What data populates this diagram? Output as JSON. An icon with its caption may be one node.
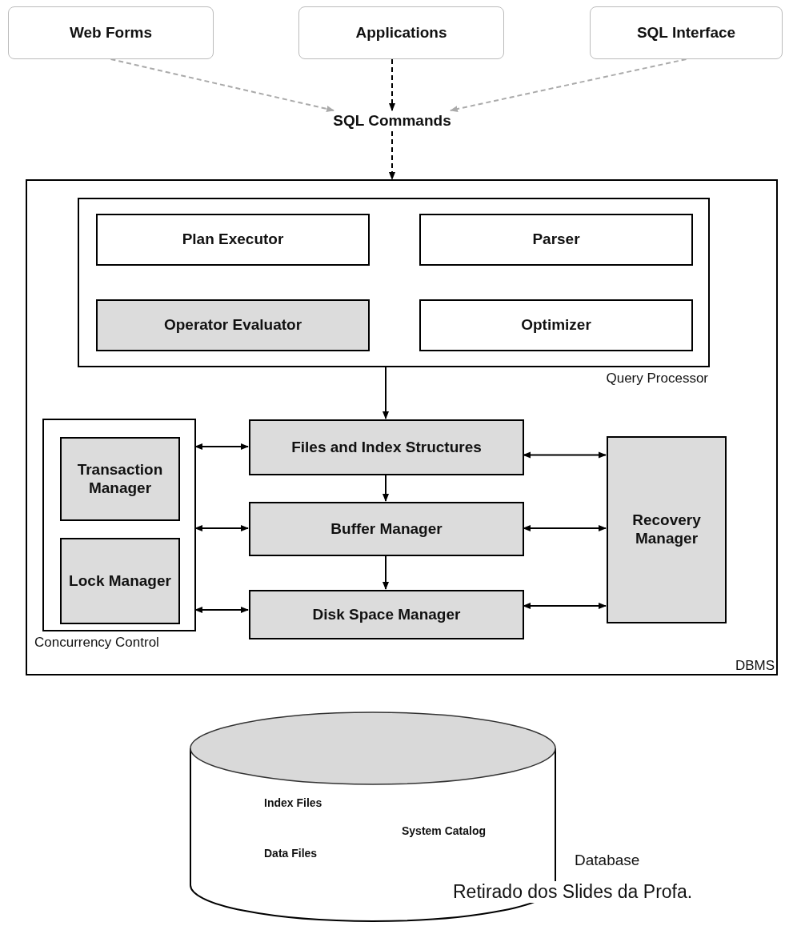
{
  "diagram": {
    "nodes": [
      {
        "text": [
          "Web Forms"
        ]
      },
      {
        "text": [
          "Applications"
        ]
      },
      {
        "text": [
          "SQL Interface"
        ]
      },
      {
        "text": [
          "SQL Commands"
        ]
      },
      {
        "text": [
          "DBMS"
        ]
      },
      {
        "text": [
          "Query Processor"
        ],
        "in": 4
      },
      {
        "text": [
          "Plan Executor"
        ],
        "in": 5
      },
      {
        "text": [
          "Parser"
        ],
        "in": 5
      },
      {
        "text": [
          "Operator Evaluator"
        ],
        "in": 5
      },
      {
        "text": [
          "Optimizer"
        ],
        "in": 5
      },
      {
        "text": [
          "Concurrency Control"
        ],
        "in": 4
      },
      {
        "text": [
          "Transaction Manager"
        ],
        "in": 10
      },
      {
        "text": [
          "Lock Manager"
        ],
        "in": 10
      },
      {
        "text": [
          "Files and Index Structures"
        ],
        "in": 4
      },
      {
        "text": [
          "Buffer Manager"
        ],
        "in": 4
      },
      {
        "text": [
          "Disk Space Manager"
        ],
        "in": 4
      },
      {
        "text": [
          "Recovery Manager"
        ],
        "in": 4
      },
      {
        "text": [
          "Index Files",
          "Data Files",
          "System Catalog"
        ],
        "beside": [
          "Database"
        ]
      }
    ],
    "edges": [
      {
        "from": 0,
        "to": 3,
        "arrow": "to",
        "style": "dashed",
        "color": "#aaaaaa"
      },
      {
        "from": 1,
        "to": 3,
        "arrow": "to",
        "style": "dashed"
      },
      {
        "from": 2,
        "to": 3,
        "arrow": "to",
        "style": "dashed",
        "color": "#aaaaaa"
      },
      {
        "from": 3,
        "to": 4,
        "arrow": "to",
        "style": "dashed"
      },
      {
        "from": 5,
        "to": 13,
        "arrow": "to"
      },
      {
        "from": 13,
        "to": 10,
        "arrow": "both"
      },
      {
        "from": 14,
        "to": 10,
        "arrow": "both"
      },
      {
        "from": 15,
        "to": 10,
        "arrow": "both"
      },
      {
        "from": 13,
        "to": 16,
        "arrow": "both"
      },
      {
        "from": 14,
        "to": 16,
        "arrow": "both"
      },
      {
        "from": 15,
        "to": 16,
        "arrow": "both"
      },
      {
        "from": 13,
        "to": 14,
        "arrow": "to"
      },
      {
        "from": 14,
        "to": 15,
        "arrow": "to"
      }
    ],
    "labels": [
      "Retirado dos Slides da Profa."
    ]
  }
}
